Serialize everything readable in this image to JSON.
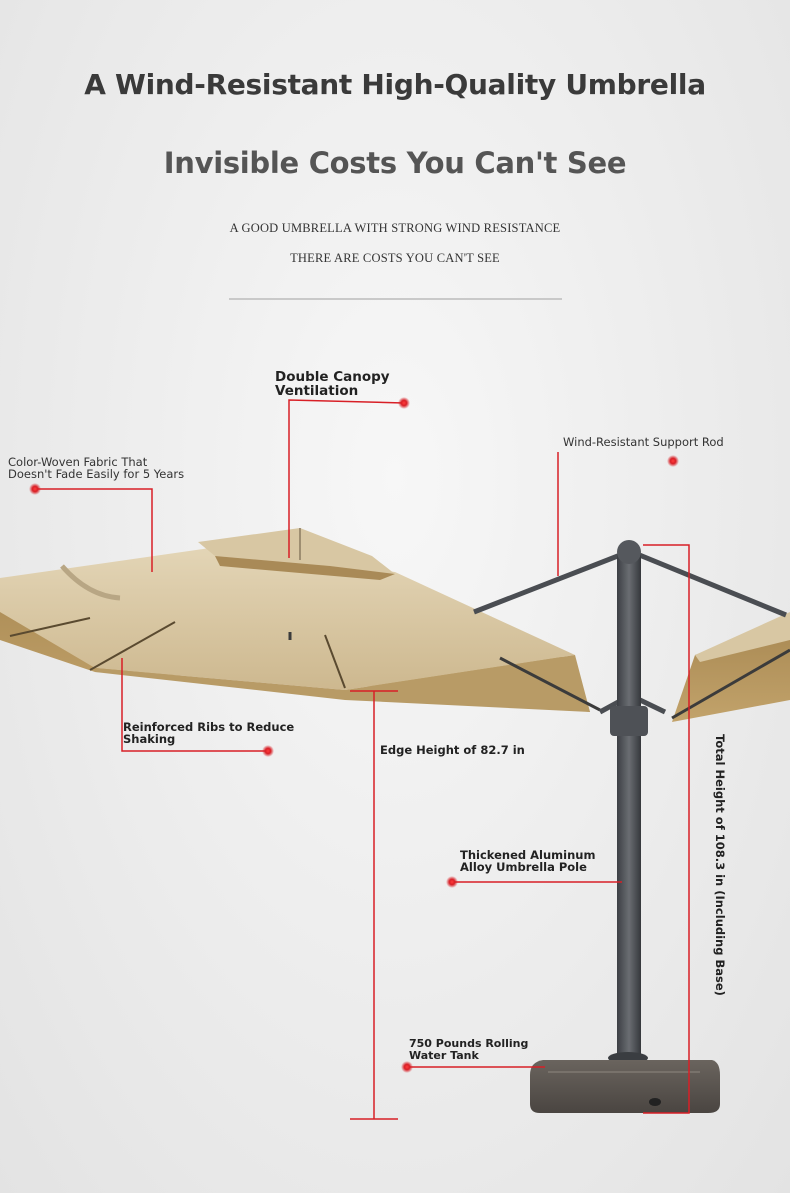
{
  "header": {
    "title": "A Wind-Resistant High-Quality Umbrella",
    "subtitle": "Invisible Costs You Can't See",
    "tagline_1": "A GOOD UMBRELLA WITH STRONG WIND RESISTANCE",
    "tagline_2": "THERE ARE COSTS YOU CAN'T SEE"
  },
  "callouts": {
    "double_canopy": {
      "line1": "Double Canopy",
      "line2": "Ventilation"
    },
    "fabric": {
      "line1": "Color-Woven Fabric That",
      "line2": "Doesn't Fade Easily for 5 Years"
    },
    "support_rod": {
      "line1": "Wind-Resistant Support Rod"
    },
    "ribs": {
      "line1": "Reinforced Ribs to Reduce",
      "line2": "Shaking"
    },
    "edge_height": {
      "line1": "Edge Height of 82.7 in"
    },
    "pole": {
      "line1": "Thickened Aluminum",
      "line2": "Alloy Umbrella Pole"
    },
    "water_tank": {
      "line1": "750 Pounds Rolling",
      "line2": "Water Tank"
    },
    "total_height": {
      "line1": "Total Height of 108.3 in (Including Base)"
    }
  },
  "colors": {
    "accent_red": "#d81f26",
    "canopy_top": "#d9c9a8",
    "canopy_under": "#b3945f",
    "pole": "#4a4d52",
    "base": "#5b5651"
  }
}
